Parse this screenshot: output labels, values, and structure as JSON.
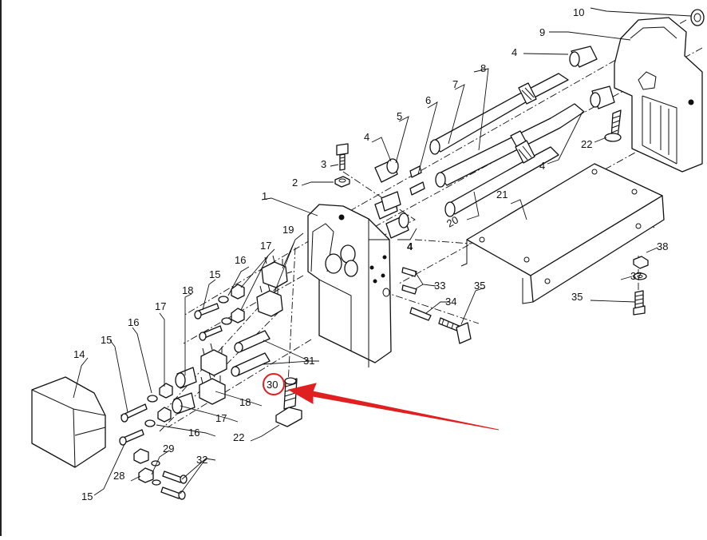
{
  "diagram": {
    "labels": [
      "1",
      "2",
      "3",
      "4",
      "5",
      "6",
      "7",
      "8",
      "9",
      "10",
      "14",
      "15",
      "16",
      "17",
      "18",
      "19",
      "20",
      "21",
      "22",
      "28",
      "29",
      "30",
      "31",
      "32",
      "33",
      "34",
      "35",
      "37",
      "38"
    ],
    "highlight": {
      "label": "30",
      "circle_color": "#e02020",
      "arrow_color": "#e02020"
    },
    "line_color": "#111111"
  }
}
